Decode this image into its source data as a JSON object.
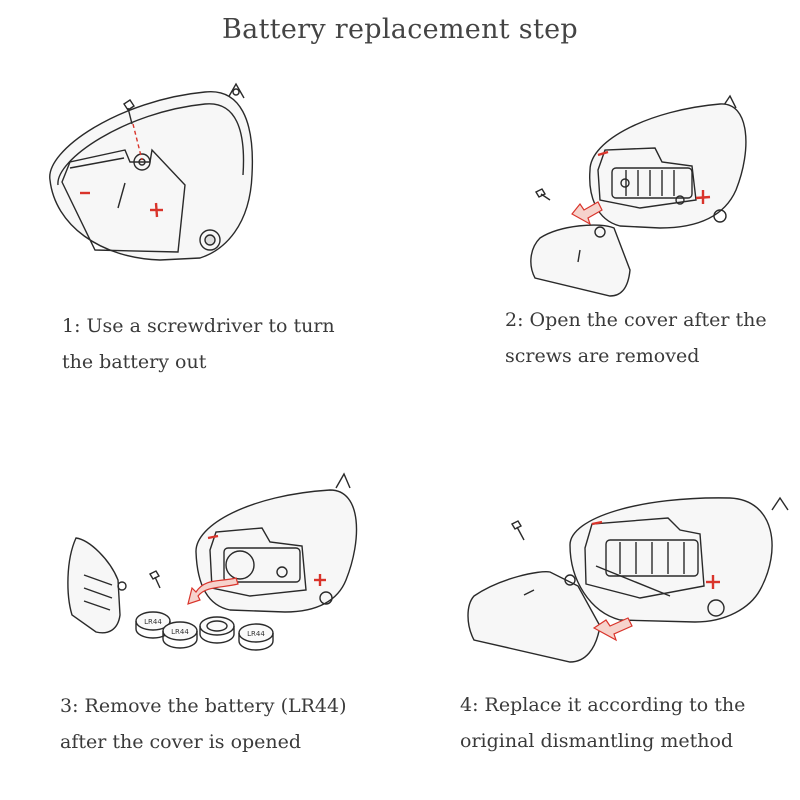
{
  "page": {
    "title": "Battery replacement step"
  },
  "steps": [
    {
      "line1": "1: Use a screwdriver to turn",
      "line2": "the battery out"
    },
    {
      "line1": "2: Open the cover after the",
      "line2": "screws are removed"
    },
    {
      "line1": "3: Remove the battery (LR44)",
      "line2": "after the cover is opened"
    },
    {
      "line1": "4: Replace it according to the",
      "line2": "original dismantling method"
    }
  ],
  "battery_label": "LR44",
  "colors": {
    "accent": "#d9342b",
    "line": "#2a2a2a",
    "arrow_fill": "#f6d3cc",
    "device_fill": "#f5f5f5"
  }
}
